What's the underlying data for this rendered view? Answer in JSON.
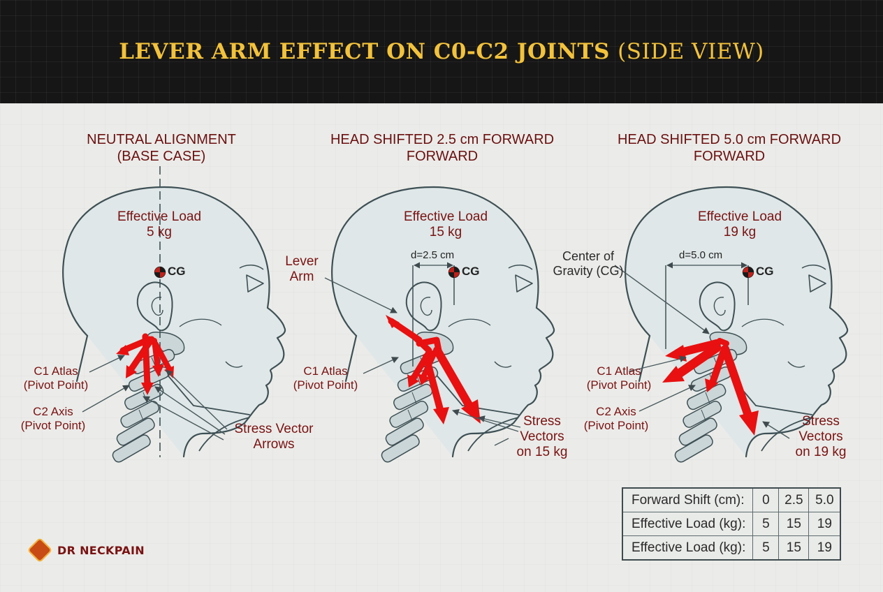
{
  "header": {
    "title_main": "LEVER ARM EFFECT ON C0-C2 JOINTS",
    "title_sub": "(SIDE VIEW)"
  },
  "colors": {
    "header_bg": "#161616",
    "title_gold": "#f3c23a",
    "label_red": "#7a1212",
    "arrow_red": "#e81010",
    "outline": "#3e5055"
  },
  "panels": [
    {
      "title_line1": "NEUTRAL ALIGNMENT",
      "title_line2": "(BASE CASE)",
      "load_label": "Effective Load",
      "load_value": "5 kg",
      "cg_label": "CG"
    },
    {
      "title_line1": "HEAD SHIFTED 2.5 cm FORWARD",
      "title_line2": "FORWARD",
      "load_label": "Effective Load",
      "load_value": "15 kg",
      "cg_label": "CG",
      "distance_label": "d=2.5 cm"
    },
    {
      "title_line1": "HEAD SHIFTED 5.0 cm FORWARD",
      "title_line2": "FORWARD",
      "load_label": "Effective Load",
      "load_value": "19 kg",
      "cg_label": "CG",
      "distance_label": "d=5.0 cm"
    }
  ],
  "callouts": {
    "p1_atlas_line1": "C1 Atlas",
    "p1_atlas_line2": "(Pivot Point)",
    "p1_axis_line1": "C2 Axis",
    "p1_axis_line2": "(Pivot Point)",
    "p1_stress_line1": "Stress Vector",
    "p1_stress_line2": "Arrows",
    "p2_lever_line1": "Lever",
    "p2_lever_line2": "Arm",
    "p2_atlas_line1": "C1 Atlas",
    "p2_atlas_line2": "(Pivot Point)",
    "p2_stress_line1": "Stress",
    "p2_stress_line2": "Vectors",
    "p2_stress_line3": "on 15 kg",
    "p3_cg_line1": "Center of",
    "p3_cg_line2": "Gravity (CG)",
    "p3_atlas_line1": "C1 Atlas",
    "p3_atlas_line2": "(Pivot Point)",
    "p3_axis_line1": "C2 Axis",
    "p3_axis_line2": "(Pivot Point)",
    "p3_stress_line1": "Stress",
    "p3_stress_line2": "Vectors",
    "p3_stress_line3": "on 19 kg"
  },
  "table": {
    "rows": [
      {
        "label": "Forward Shift (cm):",
        "values": [
          "0",
          "2.5",
          "5.0"
        ]
      },
      {
        "label": "Effective Load (kg):",
        "values": [
          "5",
          "15",
          "19"
        ]
      },
      {
        "label": "Effective Load (kg):",
        "values": [
          "5",
          "15",
          "19"
        ]
      }
    ]
  },
  "logo": {
    "text": "DR NECKPAIN",
    "icon": "neck-logo-icon"
  }
}
